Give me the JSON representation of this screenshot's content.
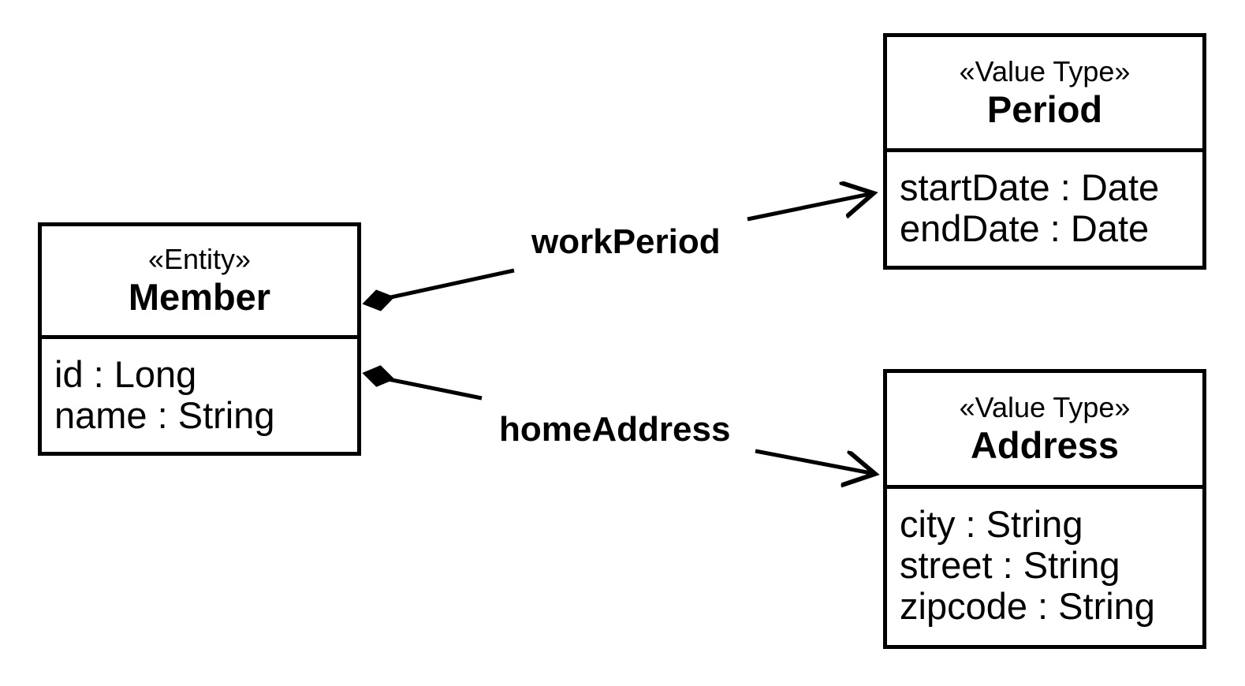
{
  "diagram": {
    "background": "#ffffff",
    "line_color": "#000000",
    "classes": [
      {
        "id": "member",
        "stereotype": "«Entity»",
        "name": "Member",
        "attributes": [
          "id : Long",
          "name : String"
        ]
      },
      {
        "id": "period",
        "stereotype": "«Value Type»",
        "name": "Period",
        "attributes": [
          "startDate : Date",
          "endDate : Date"
        ]
      },
      {
        "id": "address",
        "stereotype": "«Value Type»",
        "name": "Address",
        "attributes": [
          "city : String",
          "street : String",
          "zipcode : String"
        ]
      }
    ],
    "associations": [
      {
        "label": "workPeriod",
        "from": "Member",
        "to": "Period",
        "type": "composition",
        "source_marker": "filled-diamond",
        "target_marker": "open-arrow"
      },
      {
        "label": "homeAddress",
        "from": "Member",
        "to": "Address",
        "type": "composition",
        "source_marker": "filled-diamond",
        "target_marker": "open-arrow"
      }
    ]
  }
}
